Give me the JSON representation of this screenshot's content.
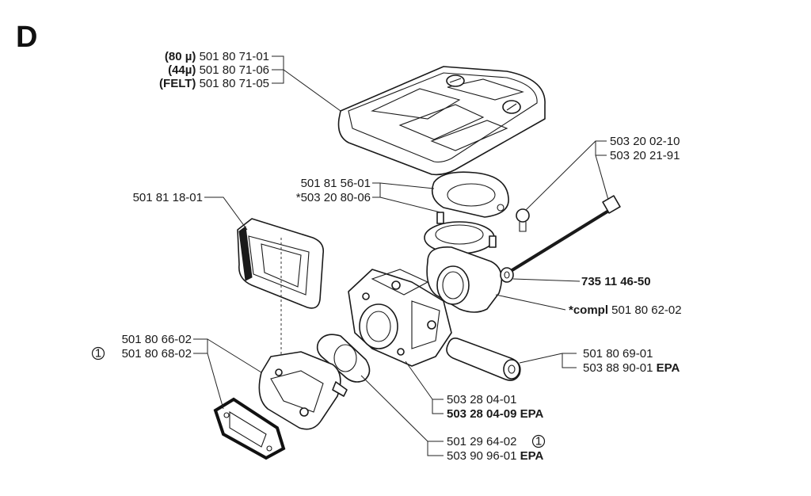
{
  "section_letter": "D",
  "callouts": {
    "air_filter": [
      {
        "bold": "(80 µ)",
        "normal": " 501 80 71-01"
      },
      {
        "bold": "(44µ)",
        "normal": " 501 80 71-06"
      },
      {
        "bold": "(FELT)",
        "normal": " 501 80 71-05"
      }
    ],
    "gasket_top": [
      "501 81 56-01",
      "*503 20 80-06"
    ],
    "cover_bracket": "501 81 18-01",
    "screw_pair": [
      "503 20 02-10",
      "503 20 21-91"
    ],
    "washer": "735 11 46-50",
    "intake_compl": {
      "bold": "*compl",
      "normal": " 501 80 62-02"
    },
    "intake_elbow": {
      "line1": "501 80 66-02",
      "circled": "1",
      "line2": " 501 80 68-02"
    },
    "hose": {
      "line1": "501 80 69-01",
      "line2": "503 88 90-01 ",
      "line2_bold": "EPA"
    },
    "carburetor": {
      "line1": "503 28 04-01",
      "line2_bold": "503 28 04-09 EPA"
    },
    "carb_gasket": {
      "line1": "501 29 64-02",
      "circled": "1",
      "line2": "503 90 96-01 ",
      "line2_bold": "EPA"
    }
  }
}
